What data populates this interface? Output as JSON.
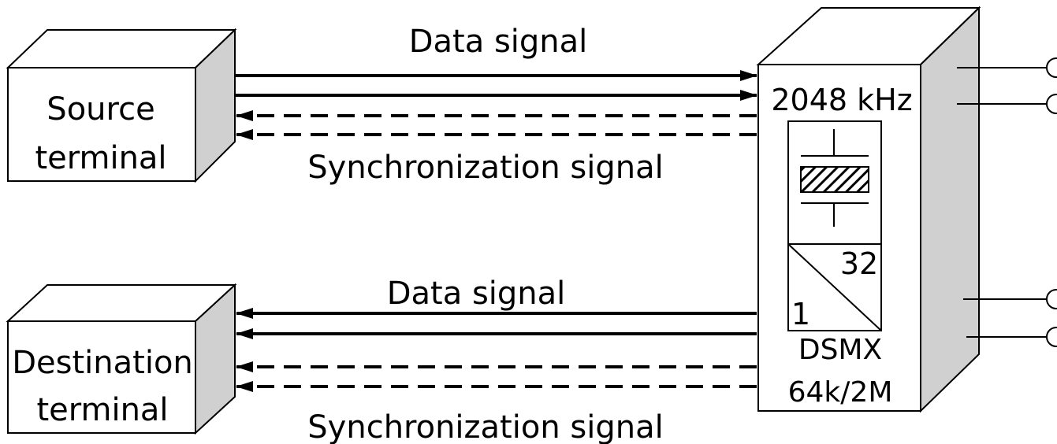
{
  "source": {
    "line1": "Source",
    "line2": "terminal"
  },
  "destination": {
    "line1": "Destination",
    "line2": "terminal"
  },
  "top_data_label": "Data signal",
  "top_sync_label": "Synchronization signal",
  "bottom_data_label": "Data signal",
  "bottom_sync_label": "Synchronization signal",
  "dsmx": {
    "frequency": "2048 kHz",
    "ratio_top": "32",
    "ratio_bottom": "1",
    "name": "DSMX",
    "rate": "64k/2M"
  }
}
